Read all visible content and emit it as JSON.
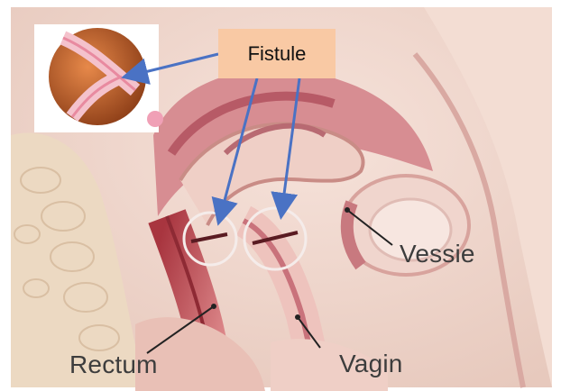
{
  "figure": {
    "callout_label": "Fistule",
    "labels": {
      "vessie": "Vessie",
      "rectum": "Rectum",
      "vagin": "Vagin"
    }
  },
  "colors": {
    "callout_fill": "#f9c9a4",
    "arrow": "#4a72c4",
    "label_text": "#3d3d3d",
    "tissue_pink": "#e9b3b0",
    "rectum_red": "#c9525a",
    "bone_beige": "#eadbc7"
  }
}
